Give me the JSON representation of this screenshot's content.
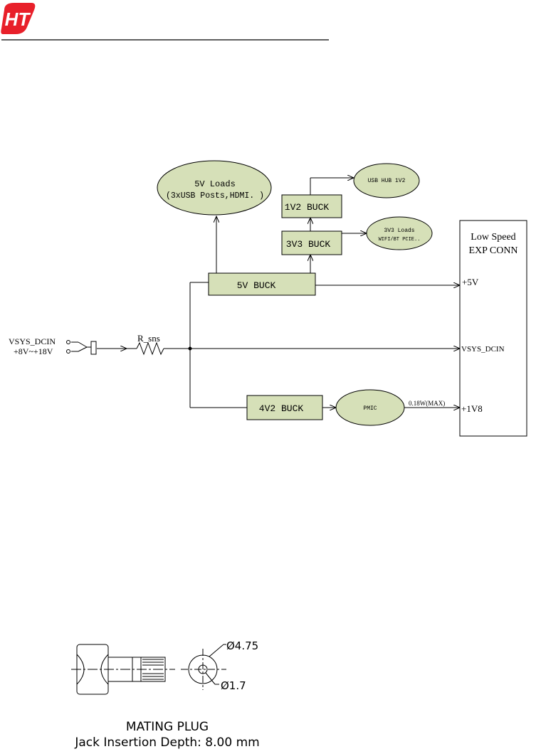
{
  "header": {
    "logo_text": "HT",
    "logo_color": "#e8202a"
  },
  "diagram": {
    "block_fill": "#d6e0b8",
    "blocks": {
      "loads_5v_line1": "5V Loads",
      "loads_5v_line2": "(3xUSB Posts,HDMI. )",
      "buck_1v2": "1V2 BUCK",
      "usb_hub": "USB HUB 1V2",
      "buck_3v3": "3V3 BUCK",
      "loads_3v3_line1": "3V3 Loads",
      "loads_3v3_line2": "WIFI/BT PCIE..",
      "buck_5v": "5V BUCK",
      "buck_4v2": "4V2 BUCK",
      "pmic": "PMIC"
    },
    "connector": {
      "title_line1": "Low Speed",
      "title_line2": "EXP CONN",
      "pin_5v": "+5V",
      "pin_vsys": "VSYS_DCIN",
      "pin_1v8": "+1V8"
    },
    "input": {
      "label": "VSYS_DCIN",
      "range": "+8V~+18V",
      "resistor": "R_sns"
    },
    "power_note": "0.18W(MAX)"
  },
  "plug": {
    "outer_dia": "Ø4.75",
    "inner_dia": "Ø1.7",
    "title": "MATING PLUG",
    "subtitle": "Jack Insertion Depth: 8.00 mm"
  }
}
